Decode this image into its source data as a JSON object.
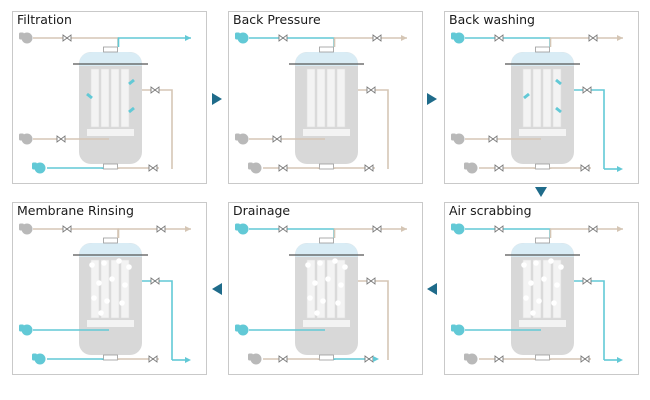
{
  "panels": [
    {
      "id": "filtration",
      "title": "Filtration",
      "pump_top": "gray",
      "pump_mid": "gray",
      "pump_bottom": "cyan",
      "line_top": "beige",
      "line_mid": "beige",
      "line_bottom": "cyan",
      "top_out": "cyan",
      "side_out": "beige",
      "bottom_out": "beige",
      "flow_arrows": "inward",
      "bubbles": false
    },
    {
      "id": "back-pressure",
      "title": "Back Pressure",
      "pump_top": "cyan",
      "pump_mid": "gray",
      "pump_bottom": "gray",
      "line_top": "cyan",
      "line_mid": "beige",
      "line_bottom": "beige",
      "top_out": "beige",
      "side_out": "beige",
      "bottom_out": "beige",
      "flow_arrows": "none",
      "bubbles": false
    },
    {
      "id": "back-washing",
      "title": "Back washing",
      "pump_top": "cyan",
      "pump_mid": "gray",
      "pump_bottom": "gray",
      "line_top": "cyan",
      "line_mid": "beige",
      "line_bottom": "beige",
      "top_out": "beige",
      "side_out": "cyan",
      "bottom_out": "beige",
      "flow_arrows": "outward",
      "bubbles": false
    },
    {
      "id": "air-scrabbing",
      "title": "Air scrabbing",
      "pump_top": "cyan",
      "pump_mid": "cyan",
      "pump_bottom": "gray",
      "line_top": "cyan",
      "line_mid": "cyan",
      "line_bottom": "beige",
      "top_out": "beige",
      "side_out": "cyan",
      "bottom_out": "beige",
      "flow_arrows": "none",
      "bubbles": true
    },
    {
      "id": "drainage",
      "title": "Drainage",
      "pump_top": "cyan",
      "pump_mid": "cyan",
      "pump_bottom": "gray",
      "line_top": "cyan",
      "line_mid": "cyan",
      "line_bottom": "beige",
      "top_out": "beige",
      "side_out": "beige",
      "bottom_out": "cyan",
      "flow_arrows": "none",
      "bubbles": true
    },
    {
      "id": "membrane-rinsing",
      "title": "Membrane Rinsing",
      "pump_top": "gray",
      "pump_mid": "cyan",
      "pump_bottom": "cyan",
      "line_top": "beige",
      "line_mid": "cyan",
      "line_bottom": "cyan",
      "top_out": "beige",
      "side_out": "cyan",
      "bottom_out": "beige",
      "flow_arrows": "none",
      "bubbles": true
    }
  ],
  "colors": {
    "cyan": "#62c9d6",
    "beige": "#d5c6b5",
    "gray": "#b9b9b9",
    "tank": "#d8d8d8",
    "tank_top": "#d9ecf5",
    "membrane": "#f3f3f3",
    "arrow": "#1f6b8a",
    "valve": "#7a7a7a"
  }
}
